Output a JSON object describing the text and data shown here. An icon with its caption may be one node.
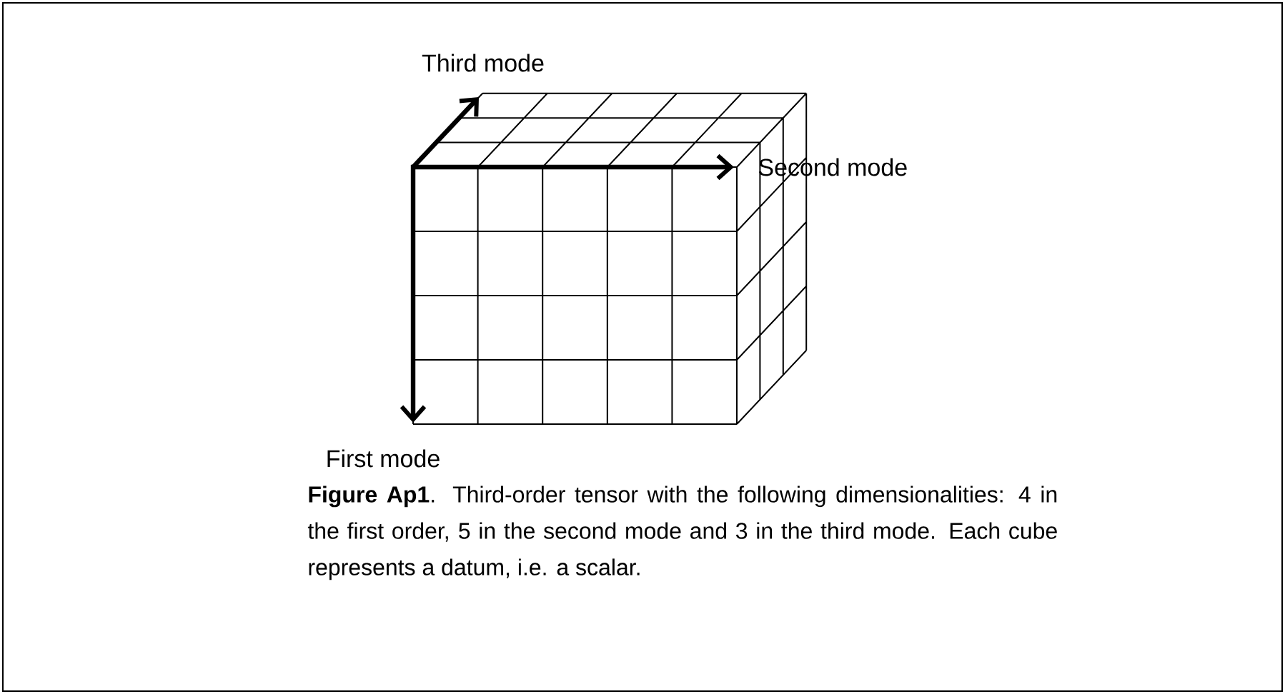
{
  "diagram": {
    "caption": "**Figure Ap1**. Third-order tensor with the following dimensionalities: 4 in the first order, 5 in the second mode and 3 in the third mode. Each cube represents a datum, i.e. a scalar.",
    "labels": [
      "Third mode",
      "Second mode",
      "First mode"
    ]
  }
}
